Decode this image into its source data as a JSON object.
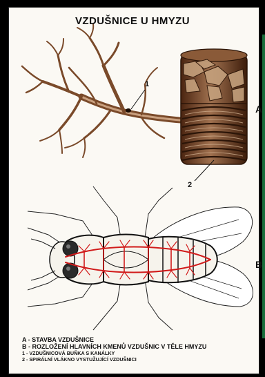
{
  "title": "VZDUŠNICE U HMYZU",
  "panel_labels": {
    "a": "A",
    "b": "B"
  },
  "callouts": {
    "one": "1",
    "two": "2"
  },
  "legend": {
    "line_a": "A - STAVBA VZDUŠNICE",
    "line_b": "B - ROZLOŽENÍ HLAVNÍCH KMENŮ VZDUŠNIC V TĚLE HMYZU",
    "line_1": "1 - VZDUŠNICOVÁ BUŇKA S KANÁLKY",
    "line_2": "2 - SPIRÁLNÍ VLÁKNO VYSTUŽUJÍCÍ VZDUŠNICI"
  },
  "colors": {
    "trachea_brown": "#7a4a2a",
    "trachea_light": "#b98a66",
    "trachea_system_red": "#d11a1a",
    "background": "#fbf9f4",
    "frame": "#000000"
  }
}
